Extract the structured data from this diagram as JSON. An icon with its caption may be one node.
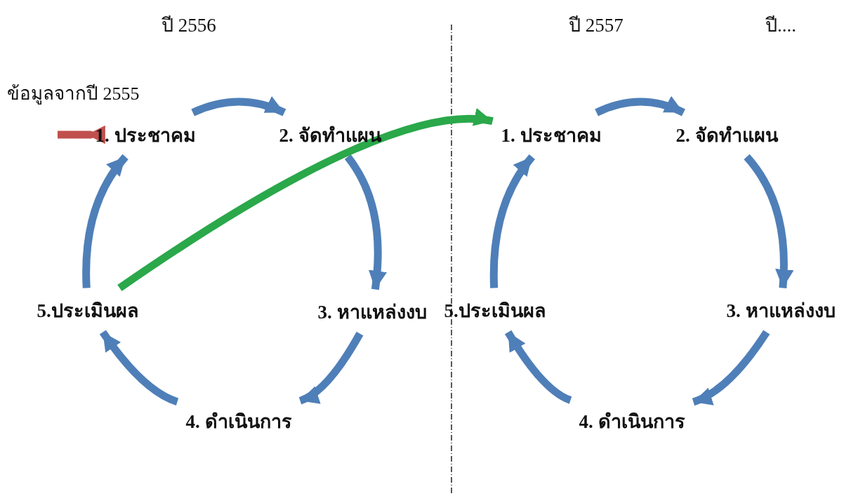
{
  "diagram": {
    "nodes": [
      {
        "text": [
          "1. ประชาคม"
        ]
      },
      {
        "text": [
          "2. จัดทำแผน"
        ]
      },
      {
        "text": [
          "3. หาแหล่งงบ"
        ]
      },
      {
        "text": [
          "4. ดำเนินการ"
        ]
      },
      {
        "text": [
          "5.ประเมินผล"
        ]
      },
      {
        "text": [
          "1. ประชาคม"
        ]
      },
      {
        "text": [
          "2. จัดทำแผน"
        ]
      },
      {
        "text": [
          "3. หาแหล่งงบ"
        ]
      },
      {
        "text": [
          "4. ดำเนินการ"
        ]
      },
      {
        "text": [
          "5.ประเมินผล"
        ]
      }
    ],
    "edges": [
      {
        "from": null,
        "to": 0,
        "arrow": "to",
        "color": "#c0504d"
      },
      {
        "from": 0,
        "to": 1,
        "arrow": "to"
      },
      {
        "from": 1,
        "to": 2,
        "arrow": "to"
      },
      {
        "from": 2,
        "to": 3,
        "arrow": "to"
      },
      {
        "from": 3,
        "to": 4,
        "arrow": "to"
      },
      {
        "from": 4,
        "to": 0,
        "arrow": "to"
      },
      {
        "from": 4,
        "to": 5,
        "arrow": "to",
        "color": "#2aa84a"
      },
      {
        "from": 5,
        "to": 6,
        "arrow": "to"
      },
      {
        "from": 6,
        "to": 7,
        "arrow": "to"
      },
      {
        "from": 7,
        "to": 8,
        "arrow": "to"
      },
      {
        "from": 8,
        "to": 9,
        "arrow": "to"
      },
      {
        "from": 9,
        "to": 5,
        "arrow": "to"
      }
    ],
    "labels": [
      "ปี 2556",
      "ปี 2557",
      "ปี....",
      "ข้อมูลจากปี 2555"
    ]
  }
}
